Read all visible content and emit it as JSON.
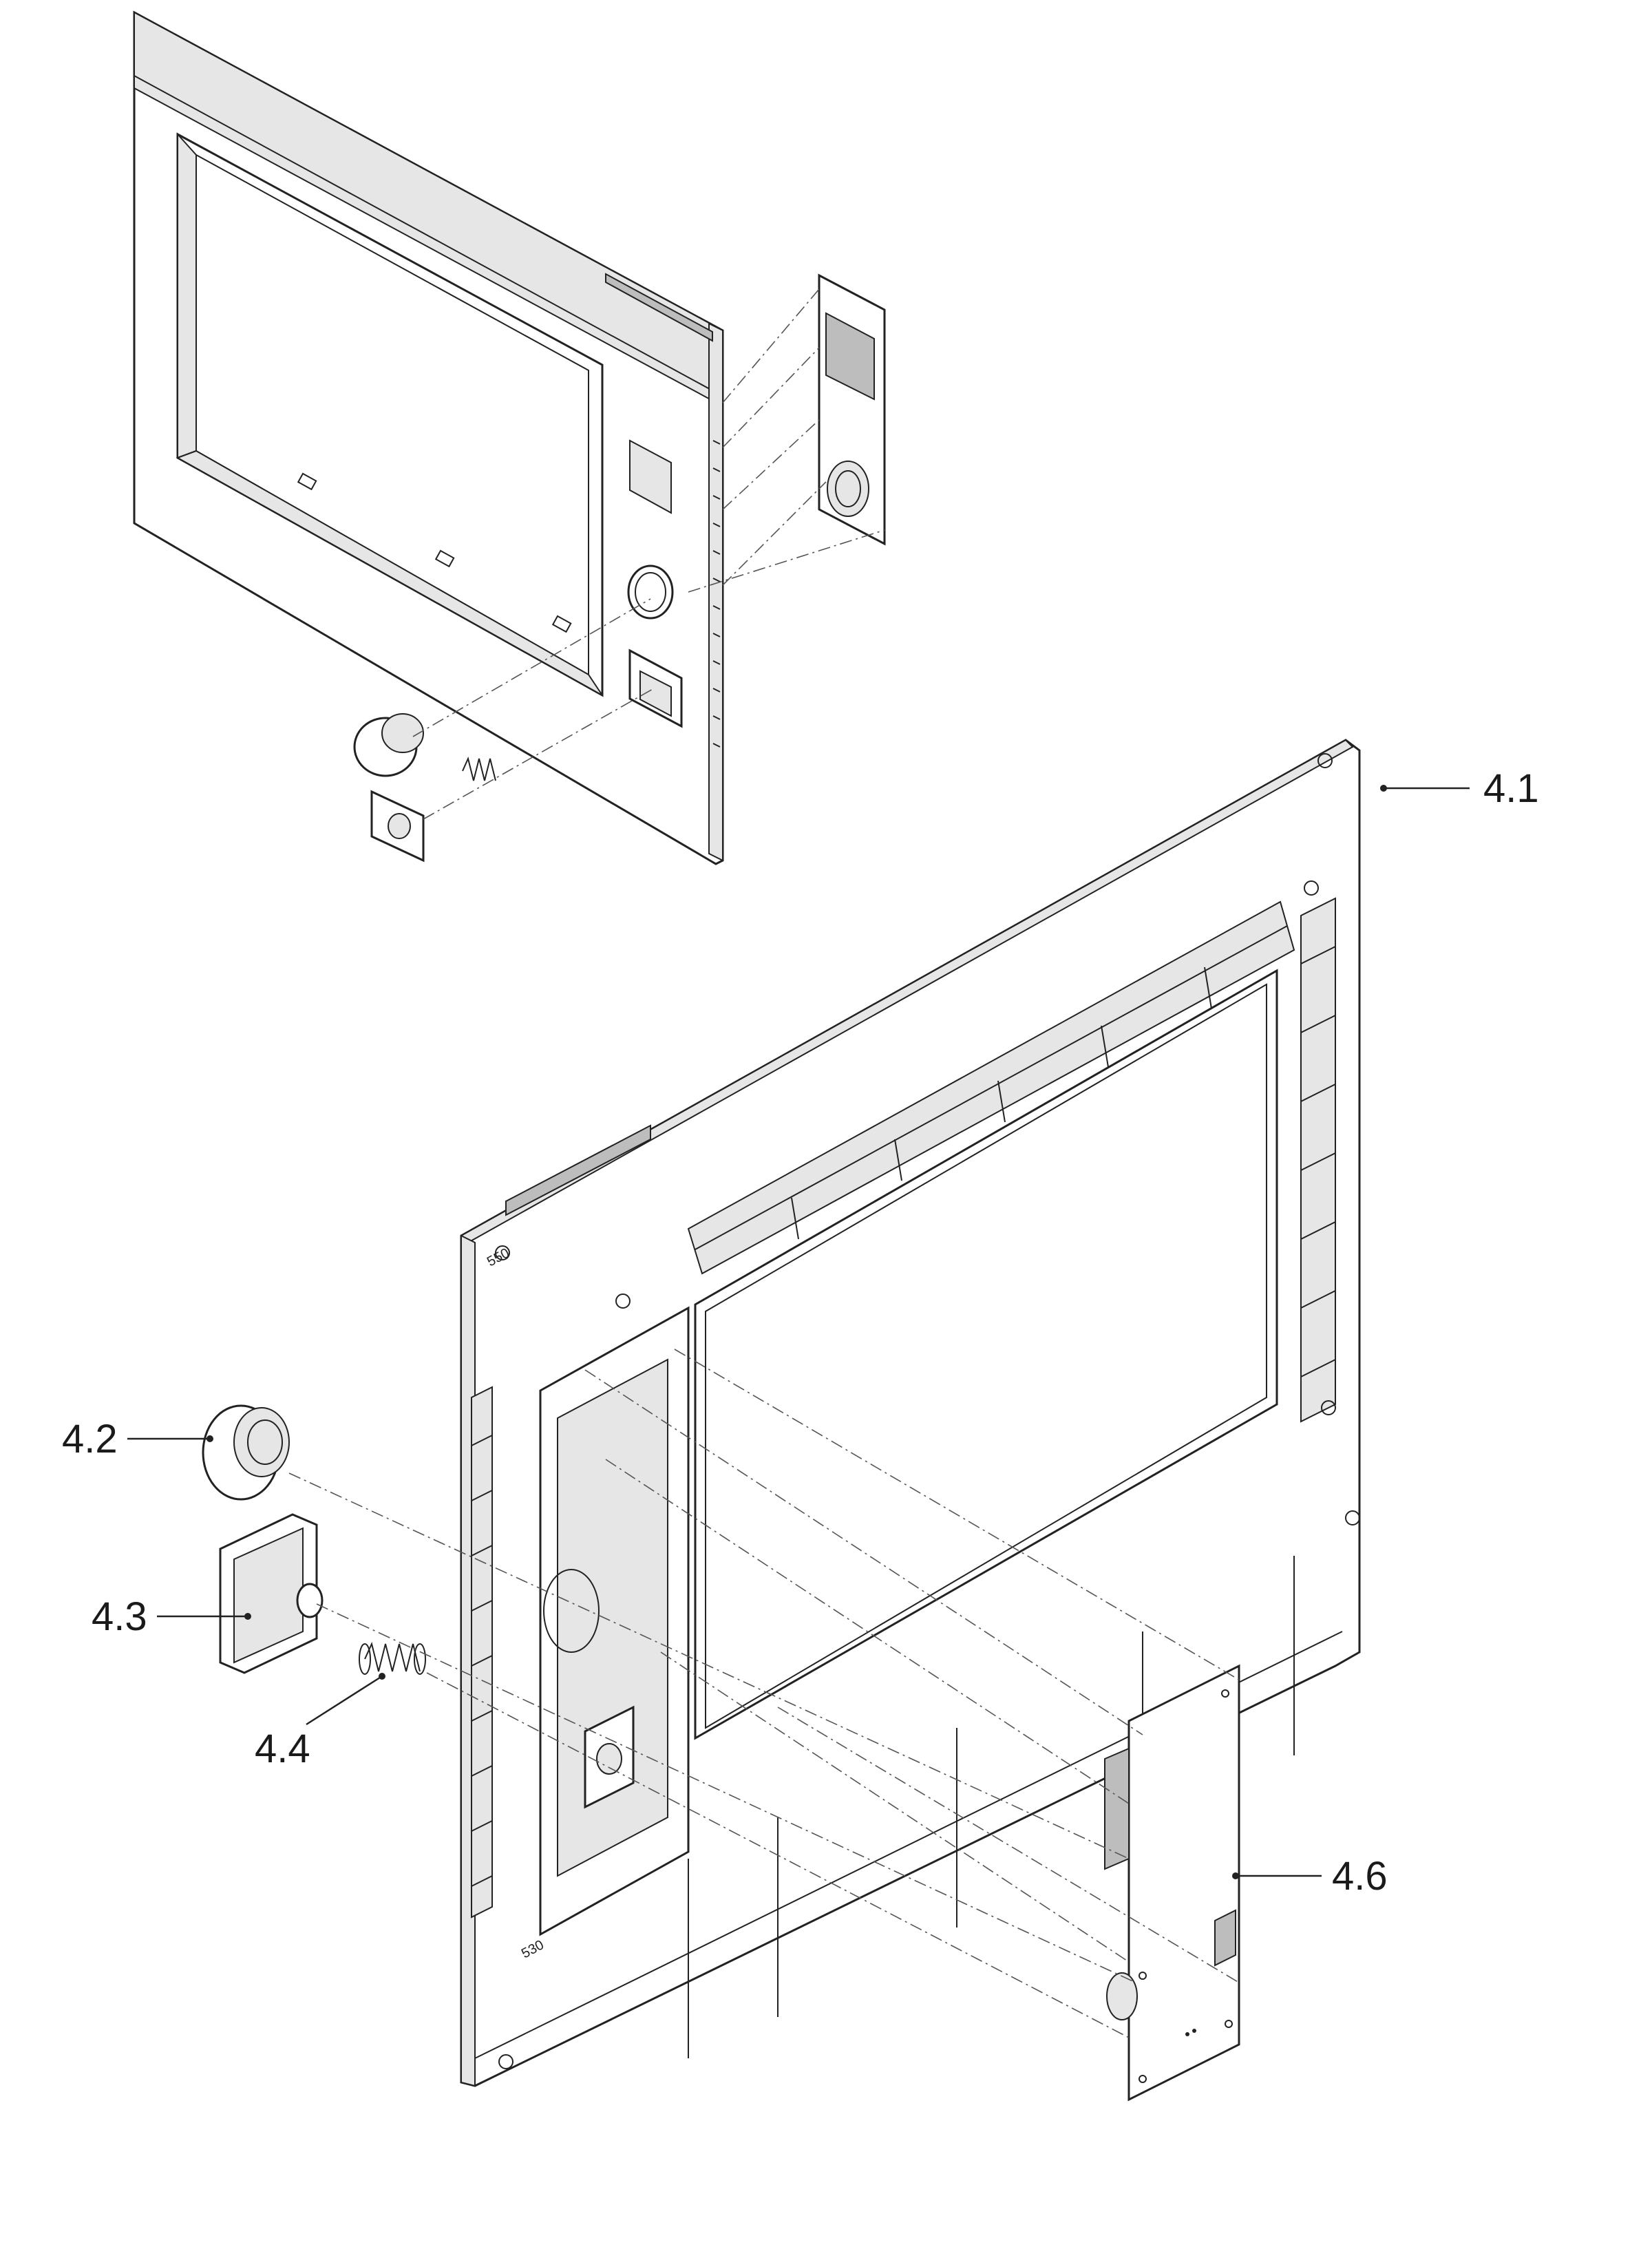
{
  "callouts": [
    {
      "id": "4.1",
      "label": "4.1"
    },
    {
      "id": "4.2",
      "label": "4.2"
    },
    {
      "id": "4.3",
      "label": "4.3"
    },
    {
      "id": "4.4",
      "label": "4.4"
    },
    {
      "id": "4.6",
      "label": "4.6"
    }
  ],
  "markings": {
    "upper_mark": "550",
    "lower_mark": "530"
  }
}
